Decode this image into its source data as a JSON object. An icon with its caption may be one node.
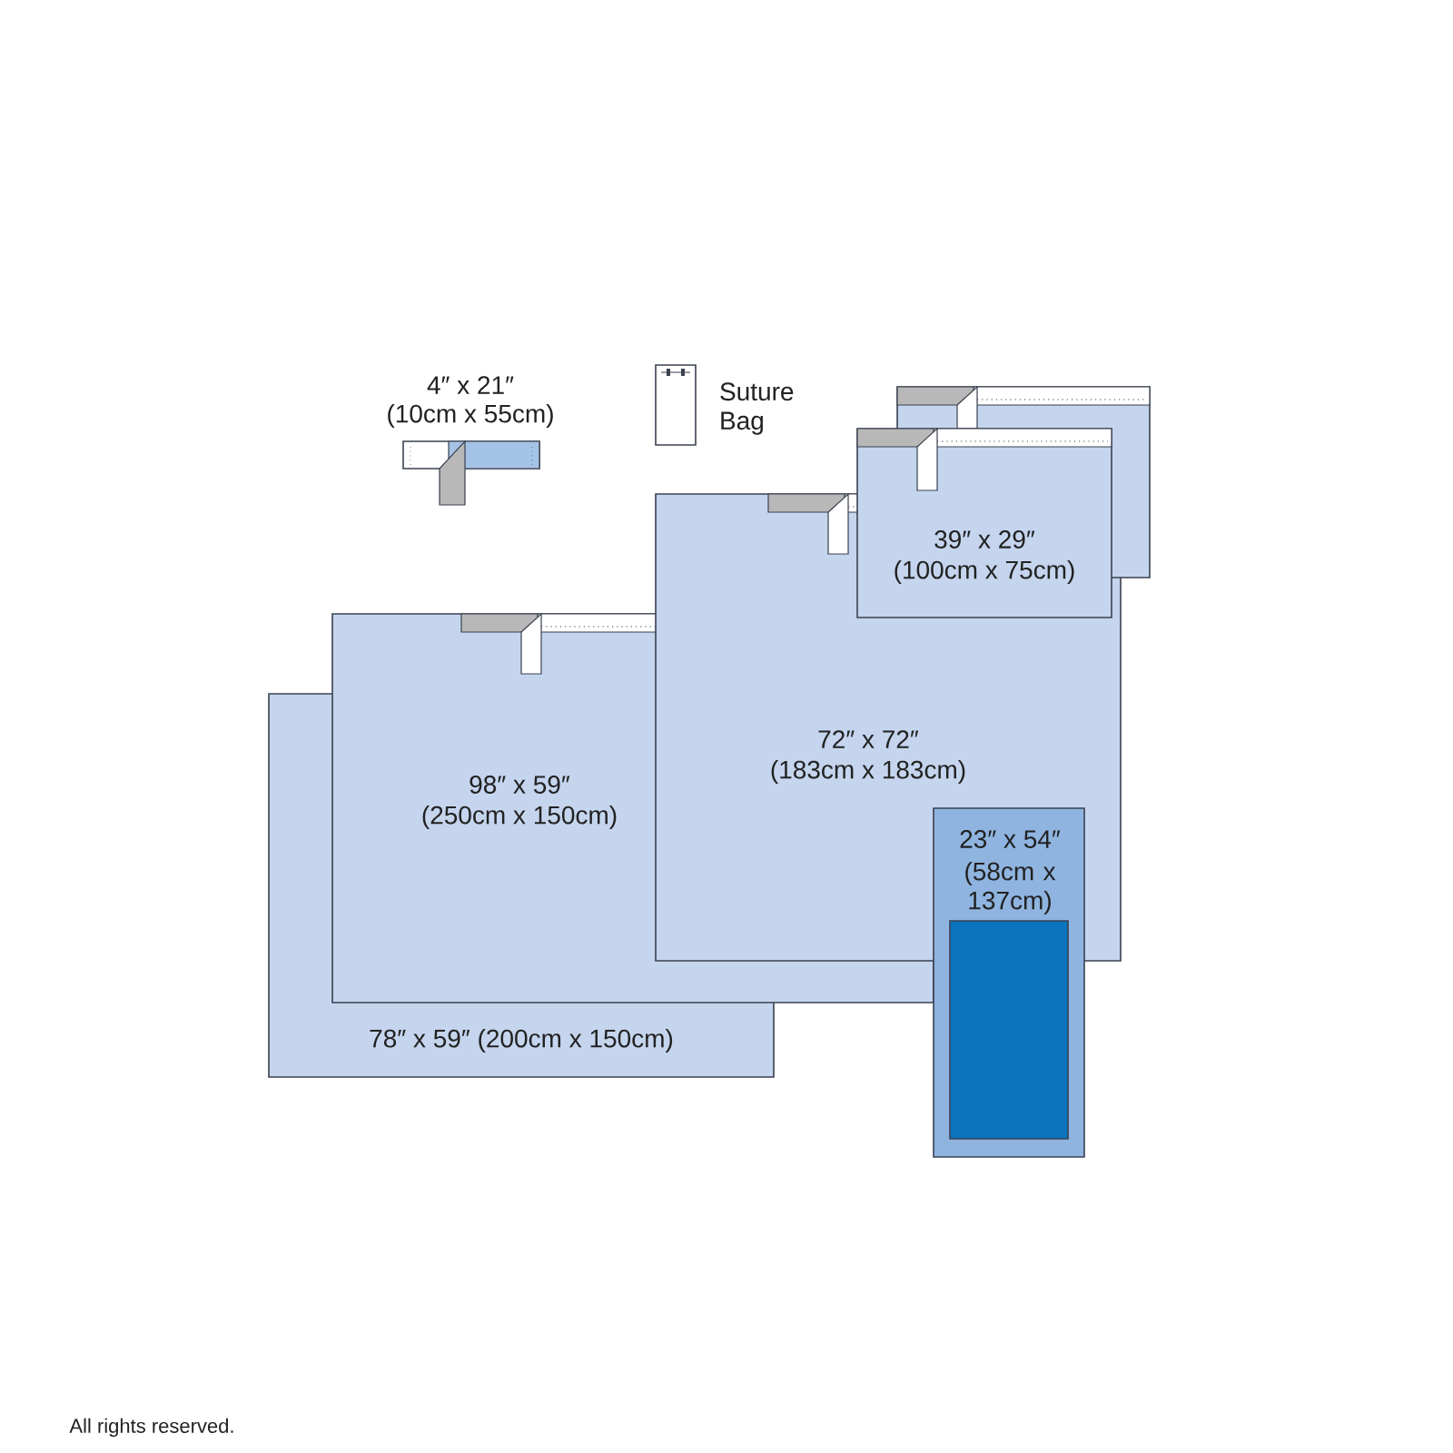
{
  "diagram": {
    "nodes": [
      {
        "text": [
          "4″ x 21″",
          "(10cm x 55cm)"
        ]
      },
      {
        "text": [
          "Suture Bag"
        ]
      },
      {
        "text": [],
        "shape": "box"
      },
      {
        "text": [
          "39″ x 29″",
          "(100cm x 75cm)"
        ]
      },
      {
        "text": [
          "72″ x 72″",
          "(183cm x 183cm)"
        ]
      },
      {
        "text": [
          "98″ x 59″",
          "(250cm x 150cm)"
        ]
      },
      {
        "text": [
          "78″ x 59″ (200cm x 150cm)"
        ]
      },
      {
        "text": [
          "23″ x 54″",
          "(58cm x 137cm)"
        ]
      }
    ],
    "labels": [
      "All rights reserved."
    ]
  }
}
